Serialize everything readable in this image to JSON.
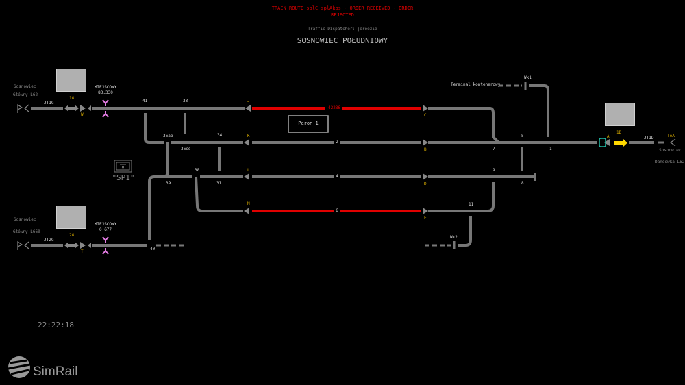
{
  "header": {
    "alert": "TRAIN ROUTE splC splAkps - ORDER RECEIVED - ORDER",
    "alert2": "REJECTED",
    "dispatcher": "Traffic Dispatcher: jeroezie",
    "station": "SOSNOWIEC POŁUDNIOWY"
  },
  "left_top": {
    "dest1": "Sosnowiec",
    "dest2": "Główny L62",
    "block": "JT1G",
    "signal_code": "1G",
    "signal": "W",
    "crossing": "MIEJSCOWY",
    "km": "83.330"
  },
  "left_bottom": {
    "dest1": "Sosnowiec",
    "dest2": "Główny L660",
    "block": "JT2G",
    "signal_code": "2G",
    "signal": "T",
    "crossing": "MIEJSCOWY",
    "km": "0.677"
  },
  "right": {
    "dest1": "Sosnowiec",
    "dest2": "Dańdówka L62",
    "block": "JT1D",
    "signal_code": "1D",
    "signal": "A",
    "signal2": "ToA"
  },
  "signals": {
    "J": "J",
    "K": "K",
    "L": "L",
    "M": "M",
    "C": "C",
    "B": "B",
    "D": "D",
    "E": "E"
  },
  "tracks": {
    "t1": "42286",
    "t2": "2",
    "t4": "4",
    "t6": "6"
  },
  "switches": [
    "41",
    "33",
    "36ab",
    "36cd",
    "34",
    "38",
    "39",
    "31",
    "40",
    "7",
    "5",
    "1",
    "9",
    "8",
    "11"
  ],
  "sidings": {
    "terminal": "Terminal kontenerowy",
    "wk1": "Wk1",
    "wk2": "Wk2"
  },
  "platform": "Peron 1",
  "sp1": "\"SP1\"",
  "clock": "22:22:18",
  "logo": "SimRail",
  "colors": {
    "track": "#777777",
    "occupied": "#e00000",
    "label": "#d4a800",
    "crossing": "#e27be2",
    "teal": "#1fb5a0",
    "yellow": "#ffd800"
  }
}
